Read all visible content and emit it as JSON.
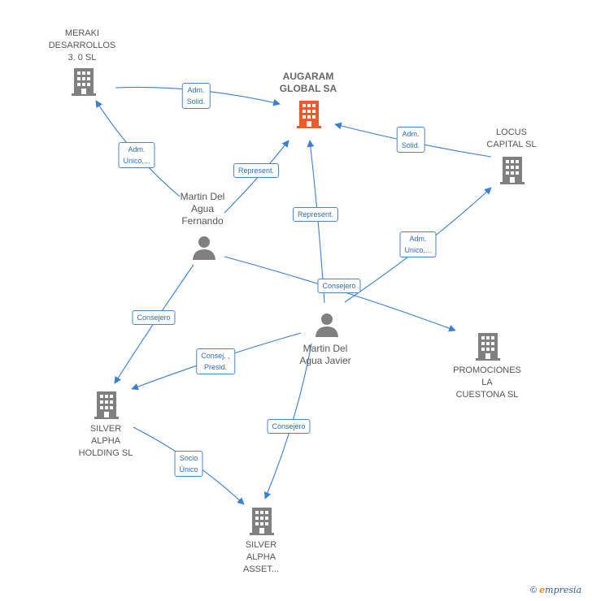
{
  "nodes": {
    "augaram": {
      "label": "AUGARAM\nGLOBAL SA",
      "color": "#f05a28"
    },
    "meraki": {
      "label": "MERAKI\nDESARROLLOS\n3. 0  SL",
      "color": "#808080"
    },
    "locus": {
      "label": "LOCUS\nCAPITAL  SL",
      "color": "#808080"
    },
    "promociones": {
      "label": "PROMOCIONES\nLA\nCUESTONA  SL",
      "color": "#808080"
    },
    "silver_holding": {
      "label": "SILVER\nALPHA\nHOLDING  SL",
      "color": "#808080"
    },
    "silver_asset": {
      "label": "SILVER\nALPHA\nASSET...",
      "color": "#808080"
    },
    "fernando": {
      "label": "Martin Del\nAgua\nFernando",
      "color": "#808080"
    },
    "javier": {
      "label": "Martin Del\nAgua Javier",
      "color": "#808080"
    }
  },
  "edge_labels": {
    "meraki_augaram": "Adm.\nSolid.",
    "fernando_meraki": "Adm.\nUnico,...",
    "fernando_augaram": "Represent.",
    "javier_augaram": "Represent.",
    "locus_augaram": "Adm.\nSolid.",
    "javier_locus": "Adm.\nUnico,...",
    "fernando_promociones": "Consejero",
    "fernando_silver_holding": "Consejero",
    "javier_silver_holding": "Consej. ,\nPresid.",
    "javier_silver_asset": "Consejero",
    "holding_asset": "Socio\nÚnico"
  },
  "edge_color": "#3a7fd0",
  "footer": {
    "copyright": "©",
    "brand_first": "e",
    "brand_rest": "mpresia"
  }
}
